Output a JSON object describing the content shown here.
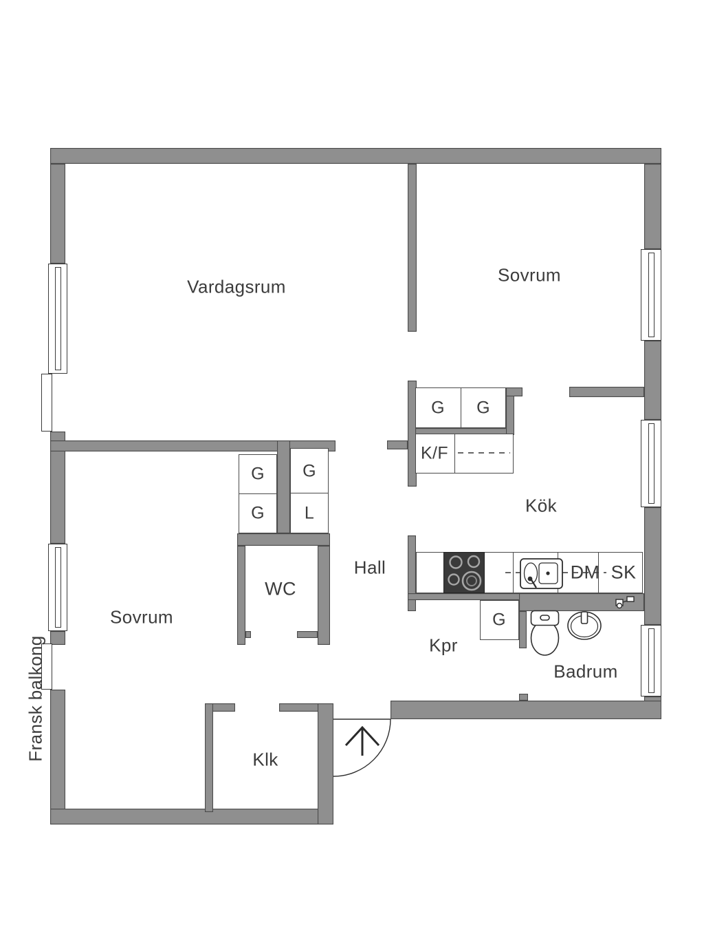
{
  "colors": {
    "wall": "#8f8f8f",
    "outline": "#3a3a3a",
    "text": "#3c3c3c",
    "stove": "#3a3a3a"
  },
  "rooms": {
    "vardagsrum": "Vardagsrum",
    "sovrum_top": "Sovrum",
    "sovrum_bottom": "Sovrum",
    "kok": "Kök",
    "hall": "Hall",
    "wc": "WC",
    "kpr": "Kpr",
    "badrum": "Badrum",
    "klk": "Klk"
  },
  "exterior": {
    "fransk_balkong": "Fransk balkong"
  },
  "kitchen": {
    "upper_cabinets": [
      "G",
      "G"
    ],
    "fridge_freezer": "K/F",
    "dishwasher": "DM",
    "tall_cabinet": "SK"
  },
  "hall_storage": {
    "col1": [
      "G",
      "G"
    ],
    "col2": [
      "G",
      "L"
    ]
  },
  "kpr_storage": {
    "cabinet": "G"
  }
}
